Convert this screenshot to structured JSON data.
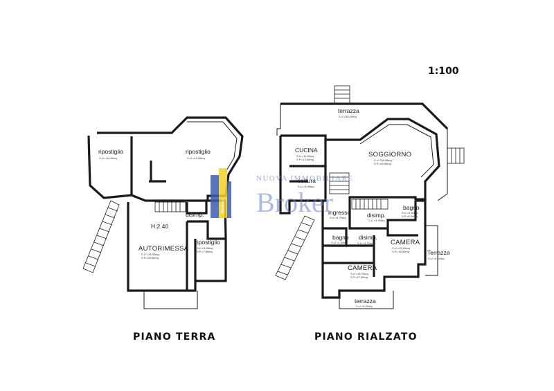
{
  "scale_label": "1:100",
  "floors": {
    "ground": {
      "title": "PIANO TERRA",
      "height_label": "H:2.40",
      "rooms": {
        "ripostiglio_1": {
          "name": "ripostiglio",
          "area": "S.U.=16,45mq"
        },
        "ripostiglio_2": {
          "name": "ripostiglio",
          "area": "S.U.=41,05mq"
        },
        "autorimessa": {
          "name": "AUTORIMESSA",
          "area": "S.U.=26,50mq",
          "area2": "S.P.=28,60mq"
        },
        "ripostiglio_3": {
          "name": "ripostiglio",
          "area": "S.U.=5,95mq",
          "area2": "S.P.=7,80mq"
        },
        "disimp": {
          "name": "disimp."
        }
      }
    },
    "raised": {
      "title": "PIANO RIALZATO",
      "rooms": {
        "terrazza_top": {
          "name": "terrazza",
          "area": "S.U.=30,00mq"
        },
        "cucina": {
          "name": "CUCINA",
          "area": "S.U.=11,80mq",
          "area2": "S.P.=13,90mq"
        },
        "cottura": {
          "name": "cottura",
          "area": "S.U.=5,45mq"
        },
        "soggiorno": {
          "name": "SOGGIORNO",
          "area": "S.U.=38,05mq",
          "area2": "S.P.=40,55mq"
        },
        "ingresso": {
          "name": "ingresso",
          "area": "S.U.=8,70mq"
        },
        "disimp_1": {
          "name": "disimp.",
          "area": "S.U.=4,75mq"
        },
        "bagno_1": {
          "name": "bagno",
          "area": "S.U.=5,60mq",
          "area2": "S.P.=6,00mq"
        },
        "bagno_2": {
          "name": "bagno",
          "area": "S.U.=4,30mq",
          "area2": "S.P.=4,90mq"
        },
        "disimp_2": {
          "name": "disimp.",
          "area": "S.U.=2,70mq"
        },
        "camera_1": {
          "name": "CAMERA",
          "area": "S.U.=15,20mq",
          "area2": "S.P.=16,50mq"
        },
        "camera_2": {
          "name": "CAMERA",
          "area": "S.U.=15,70mq",
          "area2": "S.P.=17,30mq"
        },
        "terrazza_right": {
          "name": "Terrazza",
          "area": "S.U.=5,00mq"
        },
        "terrazza_bottom": {
          "name": "terrazza",
          "area": "S.U.=5,00mq"
        }
      }
    }
  },
  "watermark": {
    "small_text": "NUOVA IMMOBILIARE",
    "big_text": "Broker",
    "logo_text": "Broker",
    "colors": {
      "text": "#6d82c2",
      "logo_yellow": "#f2d22a",
      "logo_blue": "#3e5cb0"
    }
  }
}
